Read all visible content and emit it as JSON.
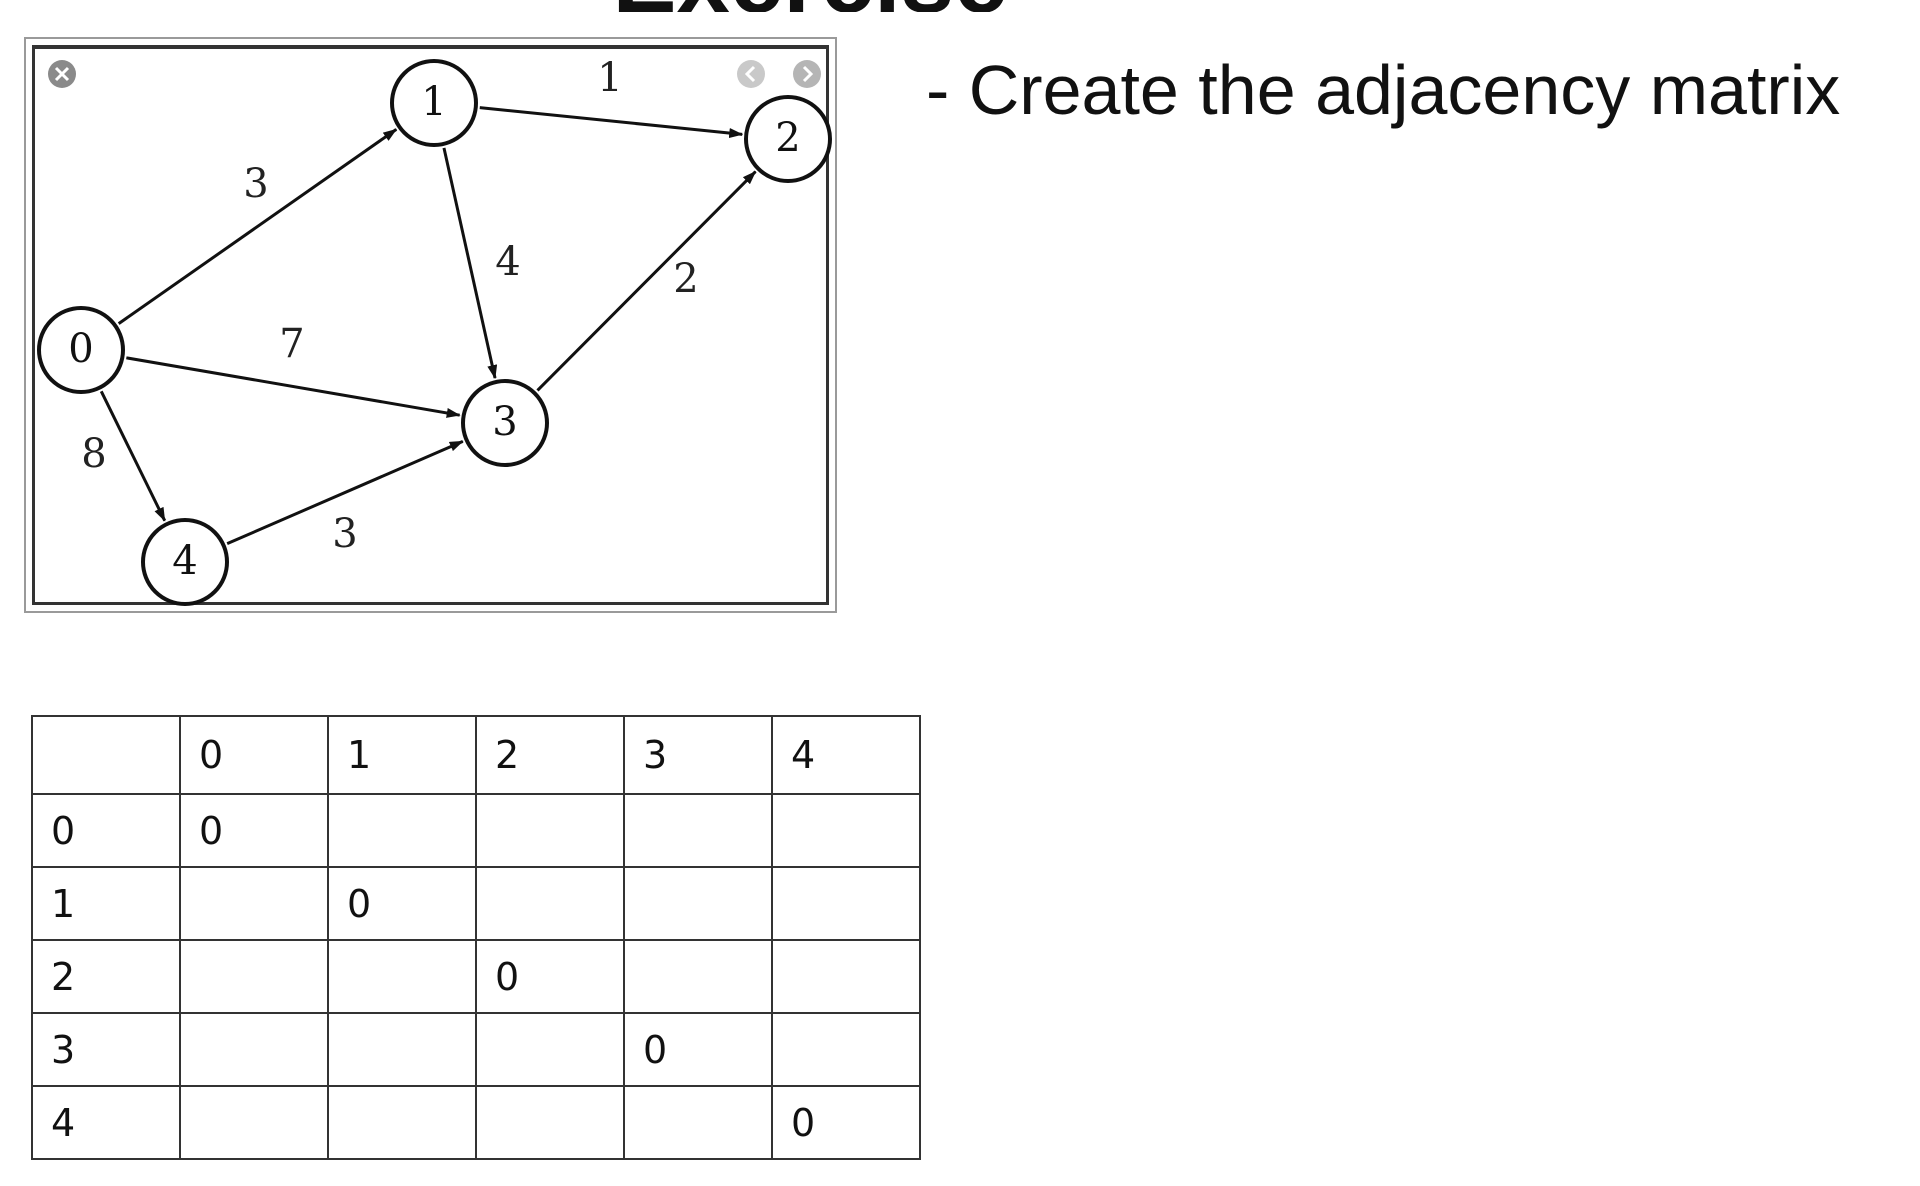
{
  "slide": {
    "title": "Exercise",
    "instruction": "- Create the adjacency matrix"
  },
  "graph": {
    "nodes": [
      {
        "id": "0",
        "label": "0"
      },
      {
        "id": "1",
        "label": "1"
      },
      {
        "id": "2",
        "label": "2"
      },
      {
        "id": "3",
        "label": "3"
      },
      {
        "id": "4",
        "label": "4"
      }
    ],
    "edges": [
      {
        "from": "0",
        "to": "1",
        "weight": "3"
      },
      {
        "from": "1",
        "to": "2",
        "weight": "1"
      },
      {
        "from": "1",
        "to": "3",
        "weight": "4"
      },
      {
        "from": "3",
        "to": "2",
        "weight": "2"
      },
      {
        "from": "0",
        "to": "3",
        "weight": "7"
      },
      {
        "from": "0",
        "to": "4",
        "weight": "8"
      },
      {
        "from": "4",
        "to": "3",
        "weight": "3"
      }
    ]
  },
  "matrix": {
    "header": [
      "",
      "0",
      "1",
      "2",
      "3",
      "4"
    ],
    "rows": [
      [
        "0",
        "0",
        "",
        "",
        "",
        ""
      ],
      [
        "1",
        "",
        "0",
        "",
        "",
        ""
      ],
      [
        "2",
        "",
        "",
        "0",
        "",
        ""
      ],
      [
        "3",
        "",
        "",
        "",
        "0",
        ""
      ],
      [
        "4",
        "",
        "",
        "",
        "",
        "0"
      ]
    ]
  }
}
